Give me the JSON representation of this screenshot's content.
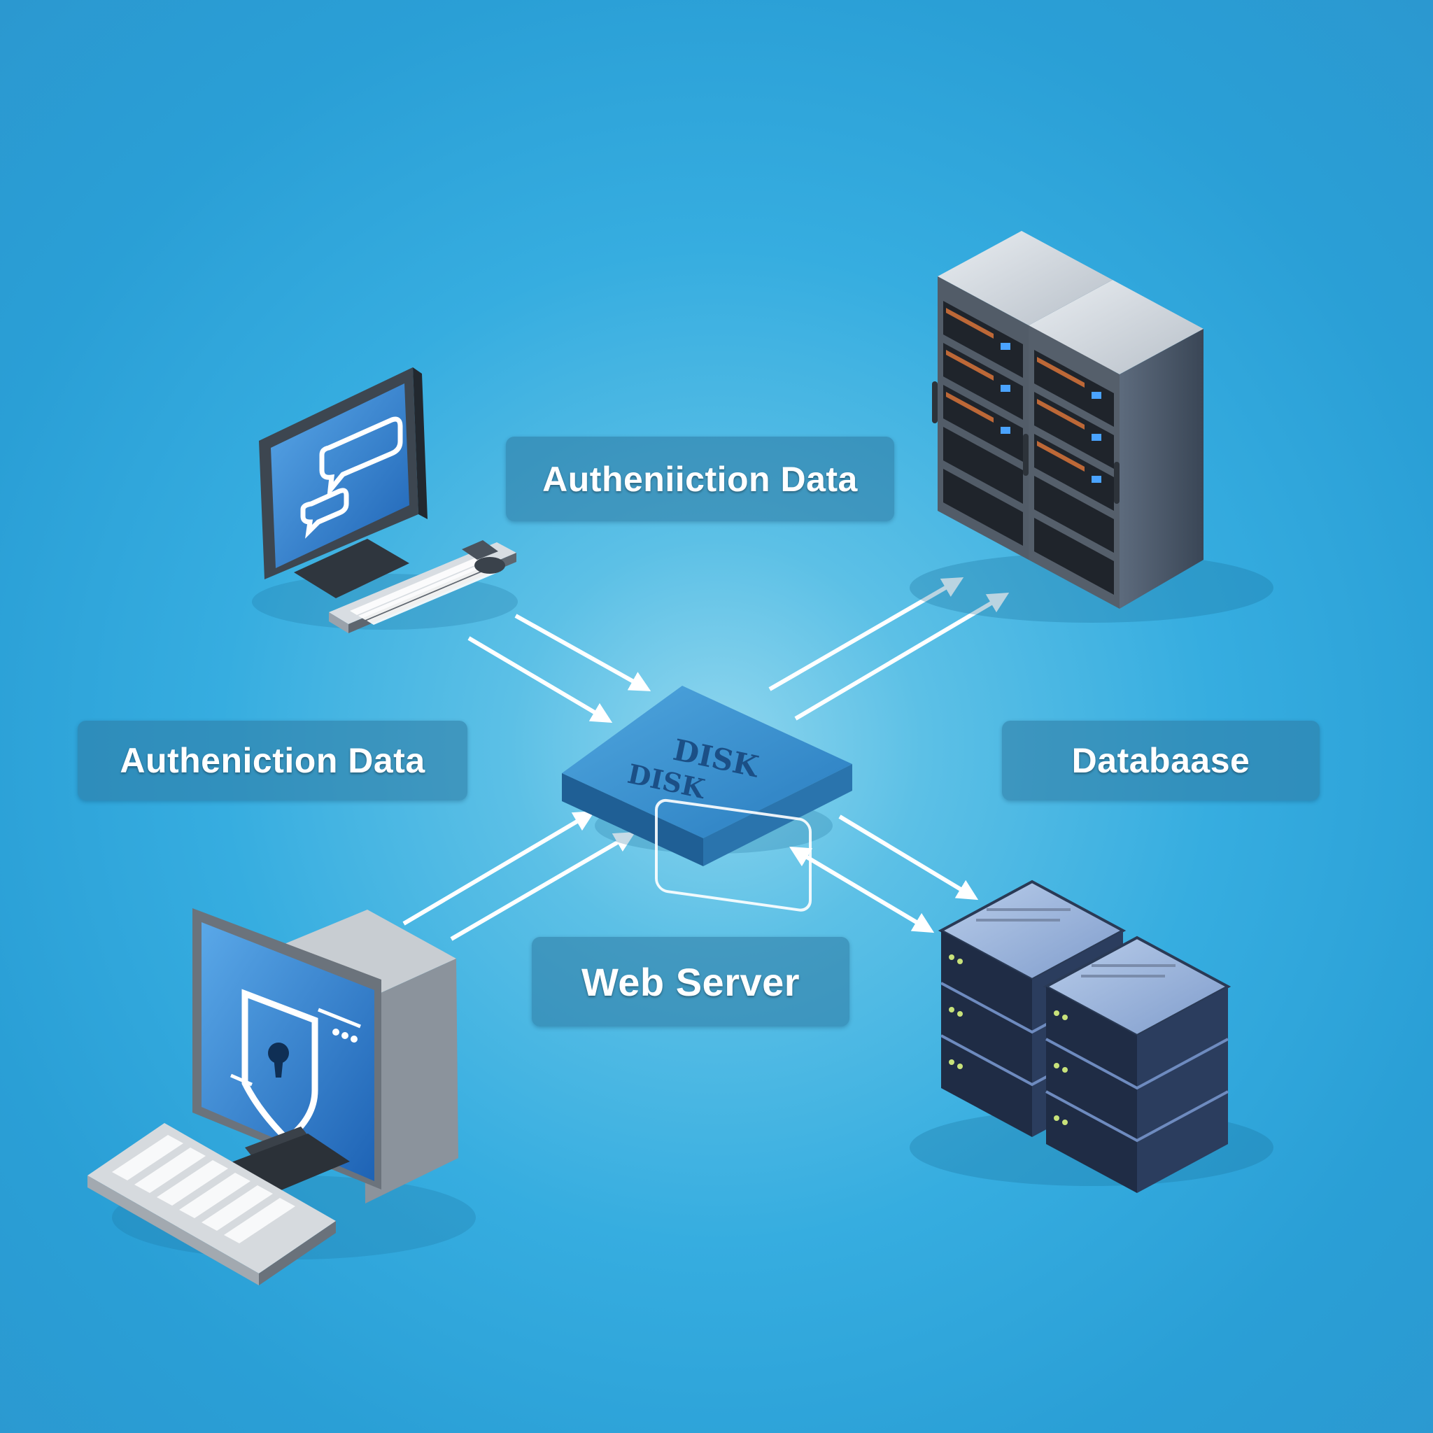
{
  "labels": {
    "top": "Autheniiction  Data",
    "left": "Autheniction  Data",
    "right": "Databaase",
    "bottom": "Web Server"
  },
  "hub": {
    "line1": "DISK",
    "line2": "DISK"
  },
  "nodes": [
    {
      "name": "client-computer-messages",
      "icon": "chat-bubbles-icon"
    },
    {
      "name": "client-computer-secure",
      "icon": "shield-lock-icon"
    },
    {
      "name": "server-rack-towers",
      "icon": "server-rack-icon"
    },
    {
      "name": "database-server-stack",
      "icon": "database-stack-icon"
    }
  ],
  "colors": {
    "background": "#36ade0",
    "label_bg": "#2d78a0",
    "arrow": "#ffffff",
    "hub": "#2f86c4"
  }
}
